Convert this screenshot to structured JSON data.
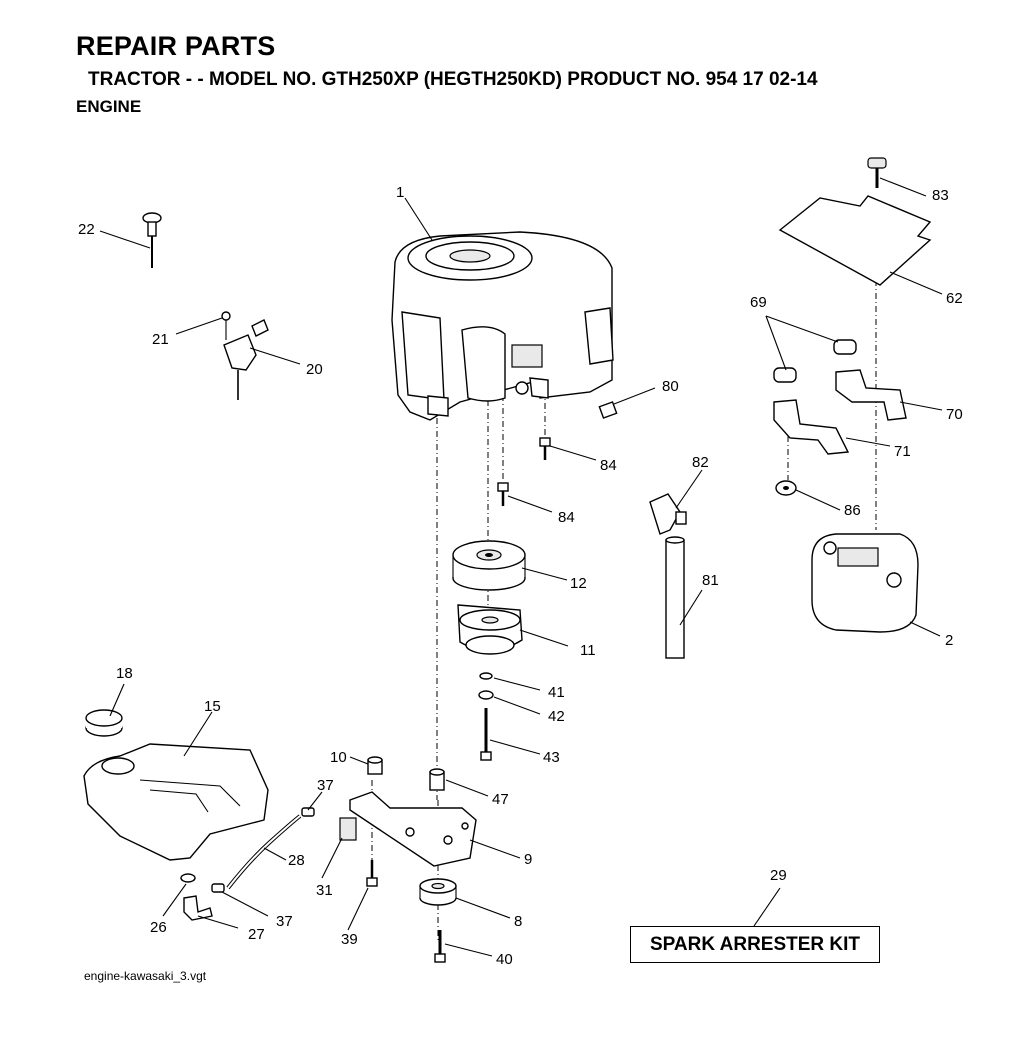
{
  "header": {
    "title": "REPAIR PARTS",
    "subtitle": "TRACTOR - - MODEL NO. GTH250XP (HEGTH250KD) PRODUCT NO. 954 17 02-14",
    "section": "ENGINE"
  },
  "footer": {
    "filename": "engine-kawasaki_3.vgt",
    "kit_label": "SPARK ARRESTER KIT"
  },
  "callouts": {
    "c1": "1",
    "c2": "2",
    "c8": "8",
    "c9": "9",
    "c10": "10",
    "c11": "11",
    "c12": "12",
    "c15": "15",
    "c18": "18",
    "c20": "20",
    "c21": "21",
    "c22": "22",
    "c26": "26",
    "c27": "27",
    "c28": "28",
    "c29": "29",
    "c31": "31",
    "c37a": "37",
    "c37b": "37",
    "c39": "39",
    "c40": "40",
    "c41": "41",
    "c42": "42",
    "c43": "43",
    "c47": "47",
    "c62": "62",
    "c69": "69",
    "c70": "70",
    "c71": "71",
    "c80": "80",
    "c81": "81",
    "c82": "82",
    "c83": "83",
    "c84a": "84",
    "c84b": "84",
    "c86": "86"
  }
}
